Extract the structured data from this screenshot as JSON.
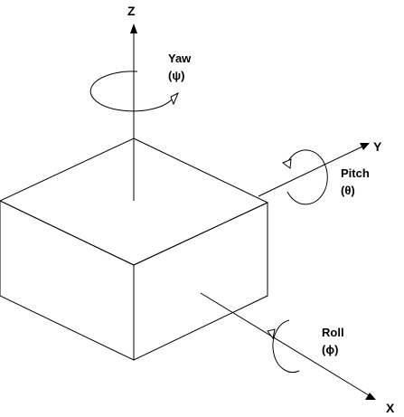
{
  "axes": {
    "z_label": "Z",
    "y_label": "Y",
    "x_label": "X"
  },
  "rotations": {
    "yaw": {
      "name": "Yaw",
      "symbol": "(ψ)"
    },
    "pitch": {
      "name": "Pitch",
      "symbol": "(θ)"
    },
    "roll": {
      "name": "Roll",
      "symbol": "(ϕ)"
    }
  },
  "colors": {
    "stroke": "#000000",
    "background": "#ffffff"
  }
}
